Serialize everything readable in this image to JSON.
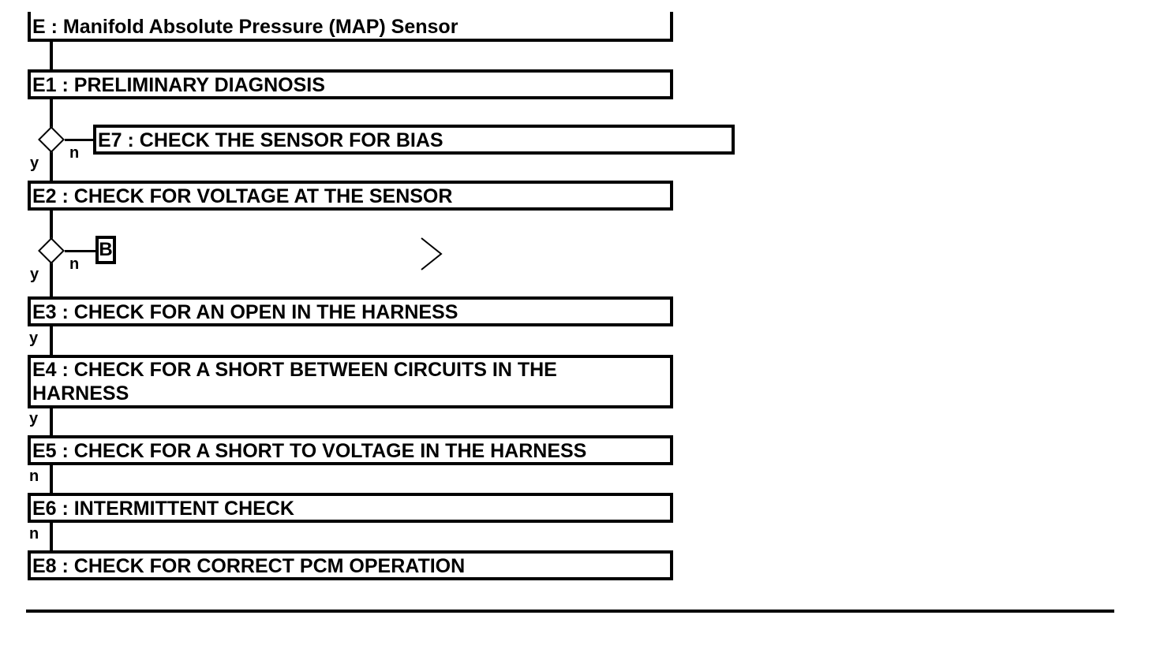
{
  "title": "E : Manifold Absolute Pressure (MAP) Sensor",
  "steps": {
    "e1": "E1 : PRELIMINARY DIAGNOSIS",
    "e7": "E7 : CHECK THE SENSOR FOR BIAS",
    "e2": "E2 : CHECK FOR VOLTAGE AT THE SENSOR",
    "e3": "E3 : CHECK FOR AN OPEN IN THE HARNESS",
    "e4": "E4 : CHECK FOR A SHORT BETWEEN CIRCUITS IN THE HARNESS",
    "e5": "E5 : CHECK FOR A SHORT TO VOLTAGE IN THE HARNESS",
    "e6": "E6 : INTERMITTENT CHECK",
    "e8": "E8 : CHECK FOR CORRECT PCM OPERATION"
  },
  "connector_b": "B",
  "labels": {
    "d1_yes": "y",
    "d1_no": "n",
    "d2_yes": "y",
    "d2_no": "n",
    "e3_out": "y",
    "e4_out": "y",
    "e5_out": "n",
    "e6_out": "n"
  },
  "icons": {
    "next_arrow": "chevron-right-icon",
    "decision": "diamond-icon"
  }
}
